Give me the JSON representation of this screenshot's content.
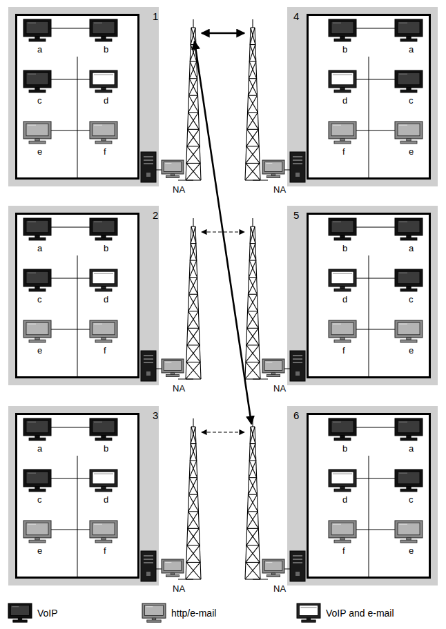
{
  "diagram": {
    "nodes": [
      {
        "text": [
          "1"
        ]
      },
      {
        "text": [
          "4"
        ]
      },
      {
        "text": [
          "2"
        ]
      },
      {
        "text": [
          "5"
        ]
      },
      {
        "text": [
          "3"
        ]
      },
      {
        "text": [
          "6"
        ]
      }
    ],
    "edges": [
      {
        "from": 0,
        "to": 1,
        "arrow": "both"
      },
      {
        "from": 2,
        "to": 3,
        "arrow": "both"
      },
      {
        "from": 4,
        "to": 5,
        "arrow": "both"
      },
      {
        "from": 0,
        "to": 5,
        "arrow": "both"
      }
    ],
    "labels": [
      "a",
      "b",
      "c",
      "d",
      "e",
      "f",
      "NA",
      "a",
      "b",
      "c",
      "d",
      "e",
      "f",
      "NA",
      "a",
      "b",
      "c",
      "d",
      "e",
      "f",
      "NA",
      "a",
      "b",
      "c",
      "d",
      "e",
      "f",
      "NA",
      "a",
      "b",
      "c",
      "d",
      "e",
      "f",
      "NA",
      "a",
      "b",
      "c",
      "d",
      "e",
      "f",
      "NA"
    ],
    "legend": [
      {
        "text": "VoIP"
      },
      {
        "text": "http/e-mail"
      },
      {
        "text": "VoIP and e-mail"
      }
    ]
  }
}
